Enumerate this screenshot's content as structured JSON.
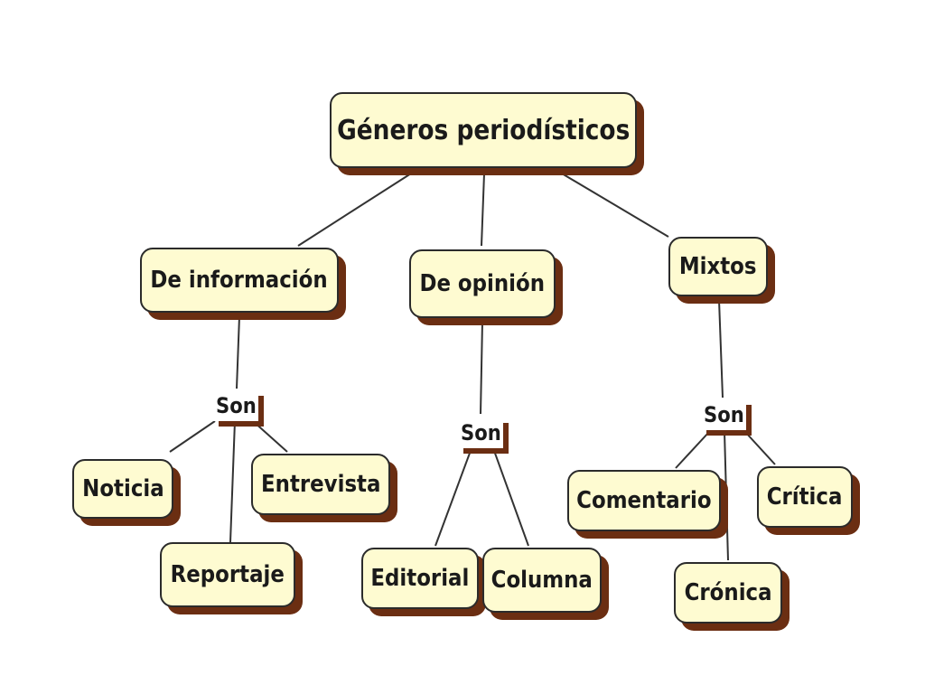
{
  "concept_map": {
    "root": "Géneros periodísticos",
    "categories": {
      "informacion": "De información",
      "opinion": "De opinión",
      "mixtos": "Mixtos"
    },
    "link_word": "Son",
    "items": {
      "noticia": "Noticia",
      "entrevista": "Entrevista",
      "reportaje": "Reportaje",
      "editorial": "Editorial",
      "columna": "Columna",
      "comentario": "Comentario",
      "critica": "Crítica",
      "cronica": "Crónica"
    }
  },
  "colors": {
    "node_fill": "#fefbd1",
    "node_border": "#2b2b2b",
    "node_shadow": "#6b2e12",
    "connector": "#333333"
  }
}
